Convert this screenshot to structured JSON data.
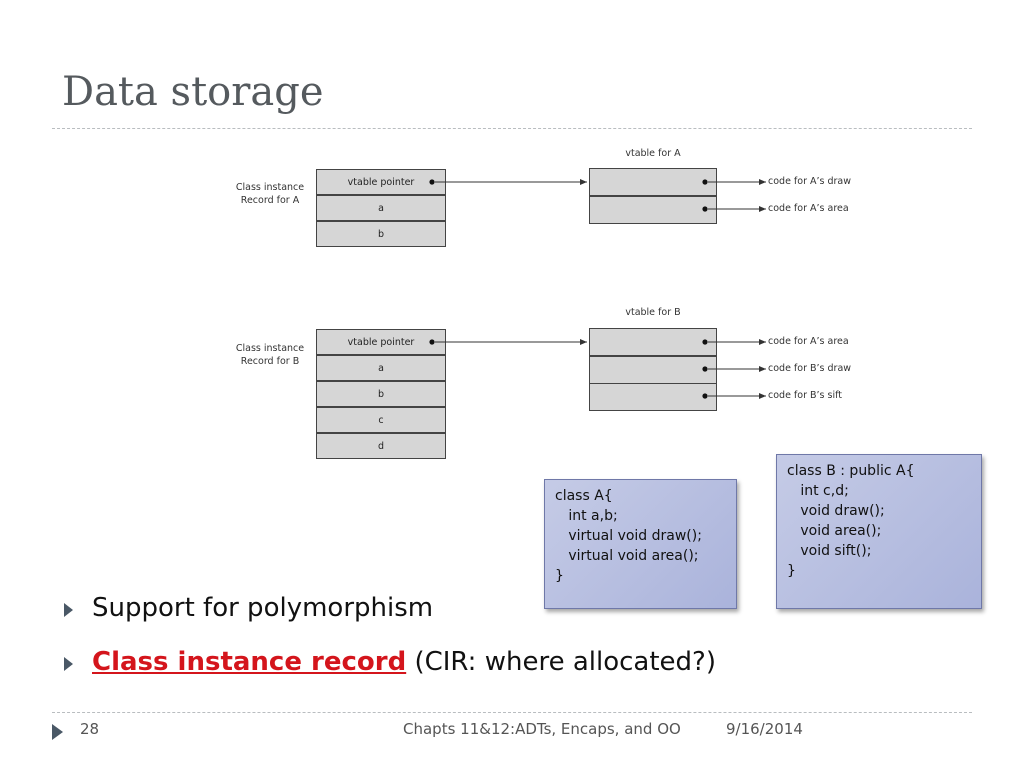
{
  "slide": {
    "title": "Data storage",
    "page_number": "28",
    "footer_text": "Chapts 11&12:ADTs, Encaps, and OO",
    "date": "9/16/2014"
  },
  "diagram": {
    "record_a": {
      "label_line1": "Class instance",
      "label_line2": "Record for A",
      "fields": [
        "vtable pointer",
        "a",
        "b"
      ]
    },
    "vtable_a": {
      "title": "vtable for A",
      "targets": [
        "code for A’s draw",
        "code for A’s area"
      ]
    },
    "record_b": {
      "label_line1": "Class instance",
      "label_line2": "Record for B",
      "fields": [
        "vtable pointer",
        "a",
        "b",
        "c",
        "d"
      ]
    },
    "vtable_b": {
      "title": "vtable for B",
      "targets": [
        "code for A’s area",
        "code for B’s draw",
        "code for B’s sift"
      ]
    }
  },
  "code_a": [
    "class A{",
    "   int a,b;",
    "   virtual void draw();",
    "   virtual void area();",
    "}"
  ],
  "code_b": [
    "class B : public A{",
    "   int c,d;",
    "   void draw();",
    "   void area();",
    "   void sift();",
    "}"
  ],
  "bullets": {
    "b1": "Support for polymorphism",
    "b2_highlight": "Class instance record",
    "b2_rest": " (CIR: where allocated?)"
  }
}
